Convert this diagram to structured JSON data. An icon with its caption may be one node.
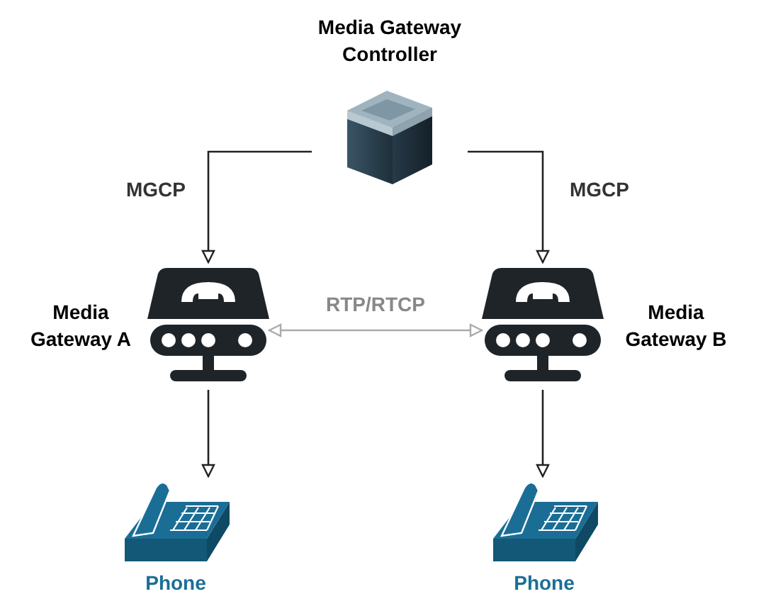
{
  "diagram": {
    "nodes": [
      {
        "text": [
          "Media Gateway Controller"
        ]
      },
      {
        "text": [
          "Media Gateway A"
        ]
      },
      {
        "text": [
          "Media Gateway B"
        ]
      },
      {
        "text": [
          "Phone"
        ]
      },
      {
        "text": [
          "Phone"
        ]
      }
    ],
    "edges": [
      {
        "from": 0,
        "to": 1,
        "arrow": "to",
        "label": "MGCP"
      },
      {
        "from": 0,
        "to": 2,
        "arrow": "to",
        "label": "MGCP"
      },
      {
        "from": 1,
        "to": 2,
        "arrow": "both",
        "label": "RTP/RTCP",
        "color": "#aaaaaa"
      },
      {
        "from": 1,
        "to": 3,
        "arrow": "to"
      },
      {
        "from": 2,
        "to": 4,
        "arrow": "to"
      }
    ]
  }
}
